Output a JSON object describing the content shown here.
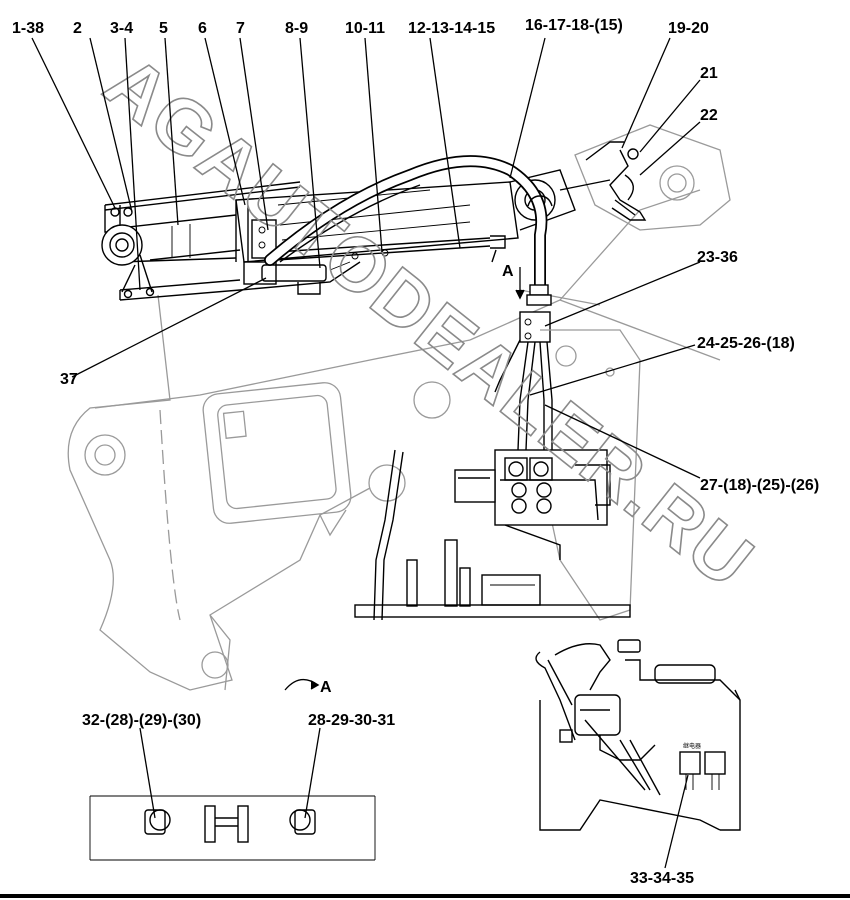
{
  "labels": {
    "l1_38": "1-38",
    "l2": "2",
    "l3_4": "3-4",
    "l5": "5",
    "l6": "6",
    "l7": "7",
    "l8_9": "8-9",
    "l10_11": "10-11",
    "l12_15": "12-13-14-15",
    "l16_18": "16-17-18-(15)",
    "l19_20": "19-20",
    "l21": "21",
    "l22": "22",
    "l23_36": "23-36",
    "l24_26": "24-25-26-(18)",
    "l27": "27-(18)-(25)-(26)",
    "l37": "37",
    "l32": "32-(28)-(29)-(30)",
    "l28_31": "28-29-30-31",
    "l33_35": "33-34-35",
    "arrow_a": "A",
    "view_a": "A"
  },
  "watermark": "AGAUTODEALER.RU",
  "relay_text": "继电器",
  "colors": {
    "line": "#000000",
    "watermark": "#8a8a8a",
    "ghost": "#9a9a9a"
  }
}
